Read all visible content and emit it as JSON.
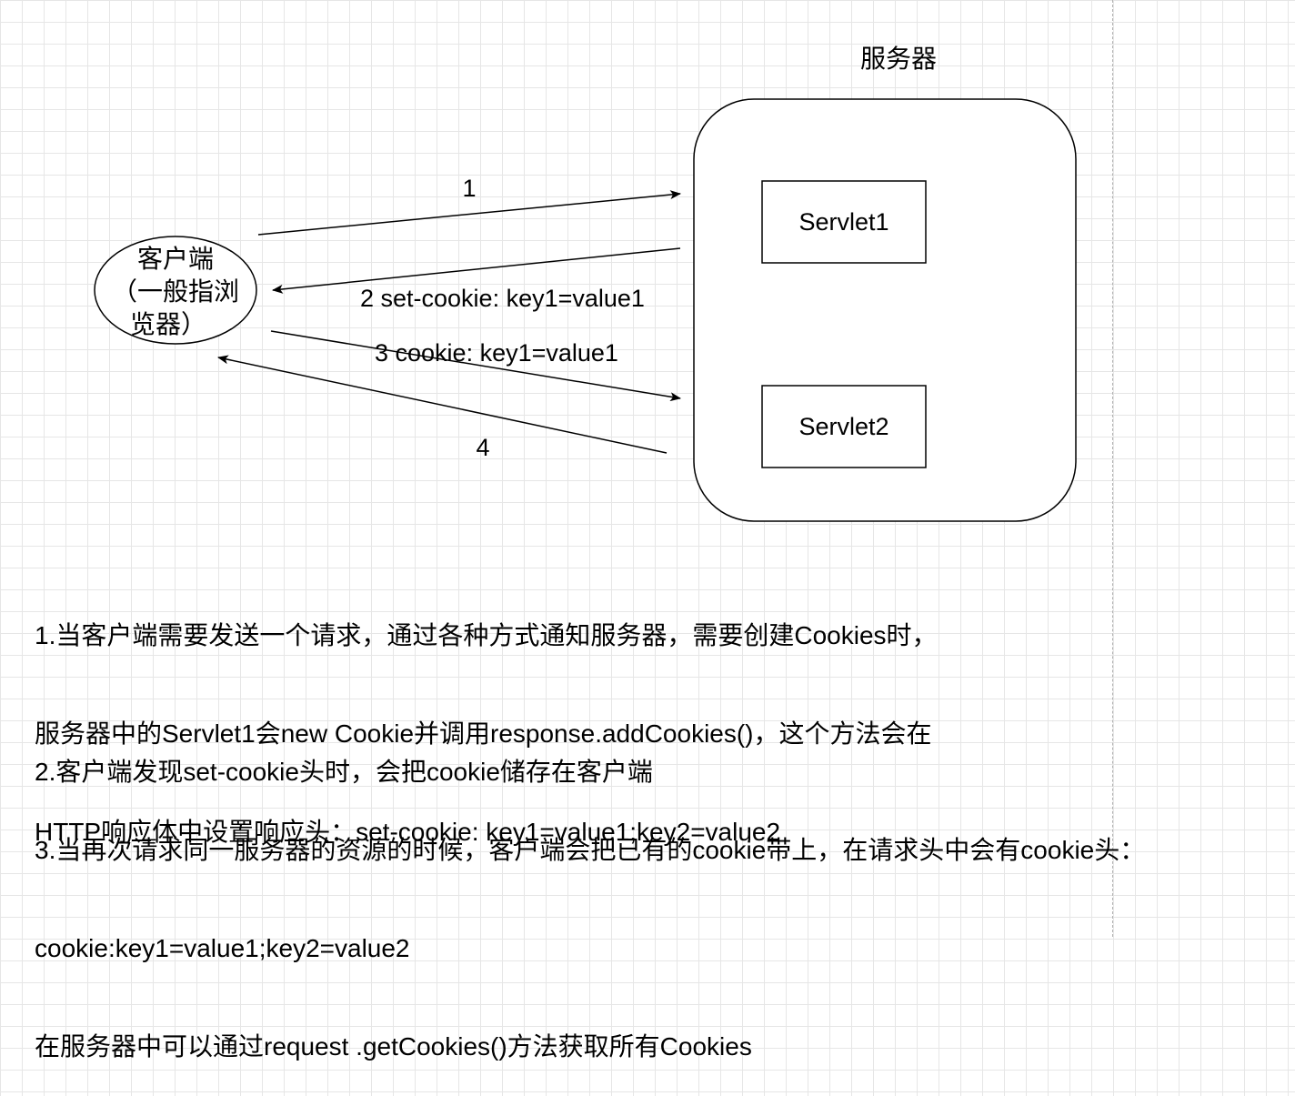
{
  "diagram": {
    "server_label": "服务器",
    "client_label_lines": [
      "客户端",
      "（一般指浏",
      "览器）"
    ],
    "servlet1_label": "Servlet1",
    "servlet2_label": "Servlet2",
    "arrows": [
      {
        "label": "1"
      },
      {
        "label": "2 set-cookie: key1=value1"
      },
      {
        "label": "3 cookie: key1=value1"
      },
      {
        "label": "4"
      }
    ]
  },
  "notes": [
    {
      "lines": [
        "1.当客户端需要发送一个请求，通过各种方式通知服务器，需要创建Cookies时，",
        "服务器中的Servlet1会new Cookie并调用response.addCookies()，这个方法会在",
        "HTTP响应体中设置响应头：set-cookie: key1=value1;key2=value2"
      ]
    },
    {
      "lines": [
        "2.客户端发现set-cookie头时，会把cookie储存在客户端"
      ]
    },
    {
      "lines": [
        "3.当再次请求同一服务器的资源的时候，客户端会把已有的cookie带上，在请求头中会有cookie头：",
        "cookie:key1=value1;key2=value2",
        "在服务器中可以通过request .getCookies()方法获取所有Cookies"
      ]
    }
  ]
}
